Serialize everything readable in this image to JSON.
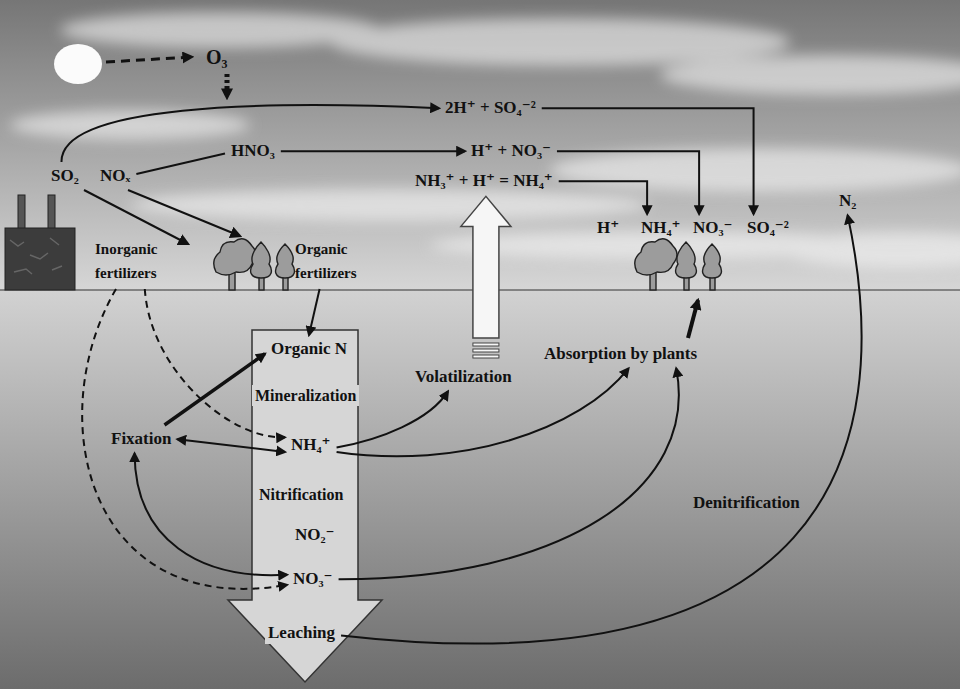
{
  "diagram": {
    "nodes": [
      {
        "text": [
          "O₃"
        ]
      },
      {
        "text": [
          "SO₂"
        ]
      },
      {
        "text": [
          "NOₓ"
        ]
      },
      {
        "text": [
          "2H⁺ + SO₄⁻²"
        ]
      },
      {
        "text": [
          "HNO₃"
        ]
      },
      {
        "text": [
          "H⁺ + NO₃⁻"
        ]
      },
      {
        "text": [
          "NH₃⁺ + H⁺ = NH₄⁺"
        ]
      },
      {
        "text": [
          "H⁺"
        ]
      },
      {
        "text": [
          "NH₄⁺"
        ]
      },
      {
        "text": [
          "NO₃⁻"
        ]
      },
      {
        "text": [
          "SO₄⁻²"
        ]
      },
      {
        "text": [
          "N₂"
        ]
      },
      {
        "text": [
          "Inorganic fertilizers"
        ]
      },
      {
        "text": [
          "Organic fertilizers"
        ]
      },
      {
        "text": [
          "Organic N"
        ]
      },
      {
        "text": [
          "Volatilization"
        ]
      },
      {
        "text": [
          "Absorption by plants"
        ]
      },
      {
        "text": [
          "Fixation"
        ]
      },
      {
        "text": [
          "NH₄⁺"
        ]
      },
      {
        "text": [
          "NO₂⁻"
        ]
      },
      {
        "text": [
          "NO₃⁻"
        ]
      },
      {
        "text": [
          "Leaching"
        ]
      }
    ],
    "edges": [
      {
        "from": 1,
        "to": 3,
        "arrow": "to"
      },
      {
        "from": 2,
        "to": 4,
        "arrow": "none"
      },
      {
        "from": 4,
        "to": 5,
        "arrow": "to"
      },
      {
        "from": 3,
        "to": 10,
        "arrow": "to"
      },
      {
        "from": 5,
        "to": 9,
        "arrow": "to"
      },
      {
        "from": 6,
        "to": 8,
        "arrow": "to"
      },
      {
        "from": 13,
        "to": 14,
        "arrow": "to"
      },
      {
        "from": 12,
        "to": 18,
        "arrow": "to"
      },
      {
        "from": 12,
        "to": 20,
        "arrow": "to"
      },
      {
        "from": 17,
        "to": 14,
        "arrow": "to"
      },
      {
        "from": 17,
        "to": 18,
        "arrow": "both"
      },
      {
        "from": 17,
        "to": 20,
        "arrow": "both"
      },
      {
        "from": 18,
        "to": 15,
        "arrow": "to"
      },
      {
        "from": 15,
        "to": 6,
        "arrow": "to"
      },
      {
        "from": 18,
        "to": 16,
        "arrow": "to"
      },
      {
        "from": 20,
        "to": 16,
        "arrow": "to"
      },
      {
        "from": 21,
        "to": 11,
        "arrow": "to",
        "label": "Denitrification"
      }
    ],
    "labels": [
      "Mineralization",
      "Nitrification"
    ]
  }
}
